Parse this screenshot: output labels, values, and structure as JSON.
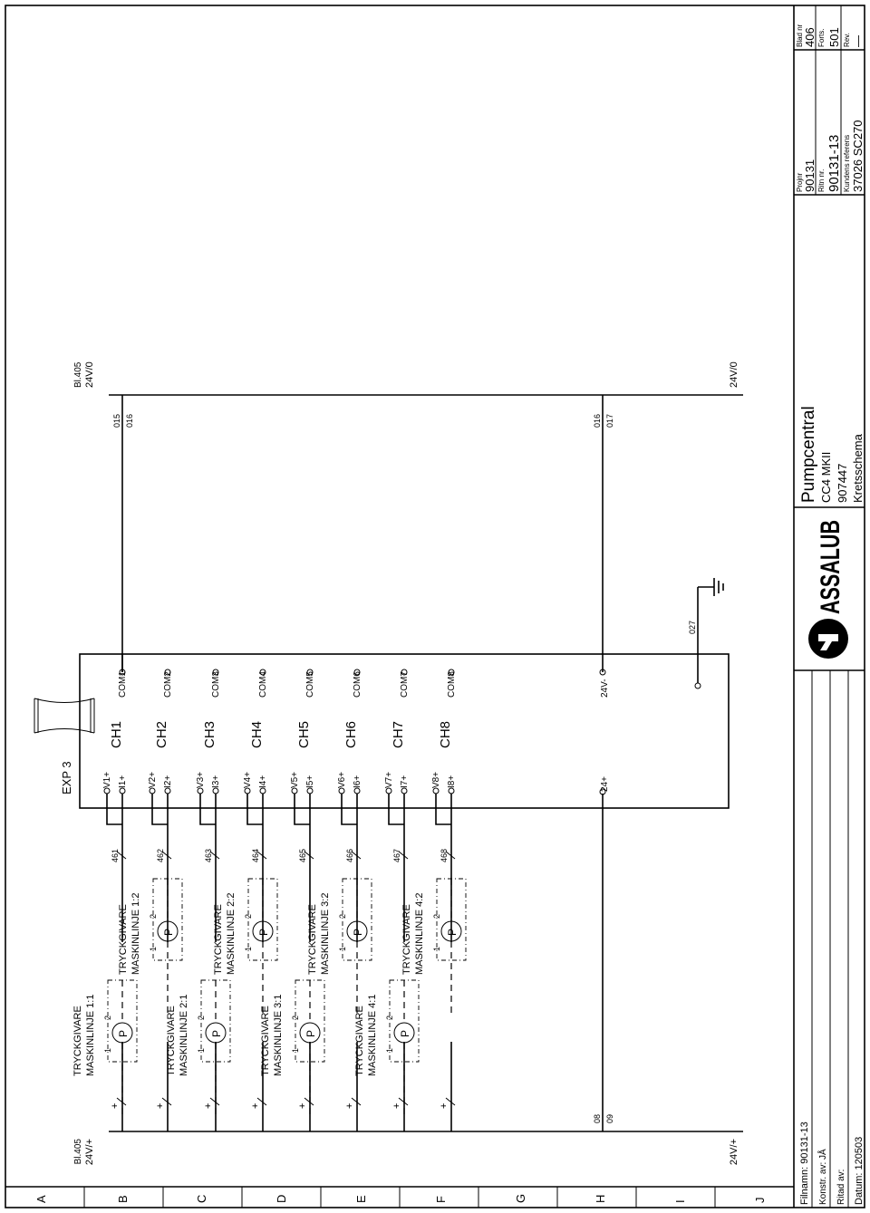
{
  "border": {
    "bottom_letters": [
      "A",
      "B",
      "C",
      "D",
      "E",
      "F",
      "G",
      "H",
      "I",
      "J"
    ]
  },
  "wires": {
    "left_top": "24V/+",
    "left_bottom": "24V/+",
    "left_ref": "Bl.405",
    "right_top": "24V/0",
    "right_bottom": "24V/0",
    "right_ref": "Bl.405",
    "plus_wire_labels": [
      "08",
      "09"
    ],
    "right_wire_top": [
      "015",
      "016"
    ],
    "right_wire_bottom": [
      "016",
      "017"
    ],
    "ground_wire": "027"
  },
  "module": {
    "name": "EXP 3",
    "supply_plus": "24+",
    "supply_minus": "24V-",
    "channels": [
      {
        "ch": "CH1",
        "v": "V1+",
        "i": "I1+",
        "com": "COM1",
        "wire": "461"
      },
      {
        "ch": "CH2",
        "v": "V2+",
        "i": "I2+",
        "com": "COM2",
        "wire": "462"
      },
      {
        "ch": "CH3",
        "v": "V3+",
        "i": "I3+",
        "com": "COM3",
        "wire": "463"
      },
      {
        "ch": "CH4",
        "v": "V4+",
        "i": "I4+",
        "com": "COM4",
        "wire": "464"
      },
      {
        "ch": "CH5",
        "v": "V5+",
        "i": "I5+",
        "com": "COM5",
        "wire": "465"
      },
      {
        "ch": "CH6",
        "v": "V6+",
        "i": "I6+",
        "com": "COM6",
        "wire": "466"
      },
      {
        "ch": "CH7",
        "v": "V7+",
        "i": "I7+",
        "com": "COM7",
        "wire": "467"
      },
      {
        "ch": "CH8",
        "v": "V8+",
        "i": "I8+",
        "com": "COM8",
        "wire": "468"
      }
    ]
  },
  "sensors": {
    "symbol": "P",
    "pin1": "1",
    "pin2": "2",
    "plus": "+",
    "name": "TRYCKGIVARE",
    "lines": [
      "MASKINLINJE 1:1",
      "MASKINLINJE 1:2",
      "MASKINLINJE 2:1",
      "MASKINLINJE 2:2",
      "MASKINLINJE 3:1",
      "MASKINLINJE 3:2",
      "MASKINLINJE 4:1",
      "MASKINLINJE 4:2"
    ]
  },
  "title_block": {
    "filnamn": "Filnamn: 90131-13",
    "konstr": "Konstr. av:  JÅ",
    "ritad": "Ritad av:",
    "datum": "Datum:  120503",
    "logo": "ASSALUB",
    "title": "Pumpcentral",
    "line2": "CC4 MKII",
    "line3": "907447",
    "line4": "Kretsschema",
    "projnr_label": "Projnr",
    "projnr": "90131",
    "ritn_label": "Ritn nr.",
    "ritn": "90131-13",
    "kund_label": "Kundens referens",
    "kund": "37026 SC270",
    "blad_label": "Blad nr",
    "blad": "406",
    "forts_label": "Forts.",
    "forts": "501",
    "rev_label": "Rev.",
    "rev": "—"
  }
}
